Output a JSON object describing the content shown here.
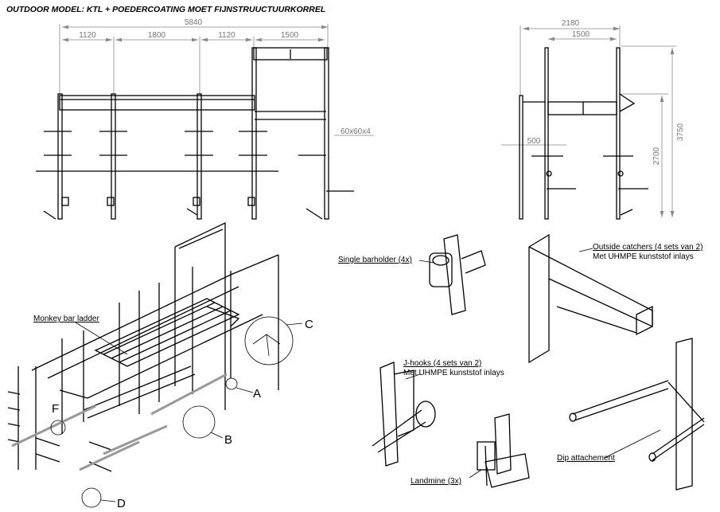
{
  "title": "OUTDOOR MODEL: KTL + POEDERCOATING MOET FIJNSTRUUCTUURKORREL",
  "front_view": {
    "dimensions": {
      "total": "5840",
      "seg1": "1120",
      "seg2": "1800",
      "seg3": "1120",
      "seg4": "1500",
      "profile": "60x60x4"
    }
  },
  "side_view": {
    "dimensions": {
      "width": "2180",
      "inner": "1500",
      "height_total": "3750",
      "height_rail": "2700",
      "offset": "500"
    }
  },
  "iso_view": {
    "label": "Monkey bar ladder",
    "callouts": {
      "a": "A",
      "b": "B",
      "c": "C",
      "d": "D",
      "f": "F"
    }
  },
  "details": {
    "barholder": "Single barholder (4x)",
    "catchers_1": "Outside catchers (4 sets van 2)",
    "catchers_2": "Met UHMPE kunststof inlays",
    "jhooks_1": "J-hooks (4 sets van 2)",
    "jhooks_2": "Met UHMPE kunststof inlays",
    "landmine": "Landmine (3x)",
    "dip": "Dip attachement"
  }
}
